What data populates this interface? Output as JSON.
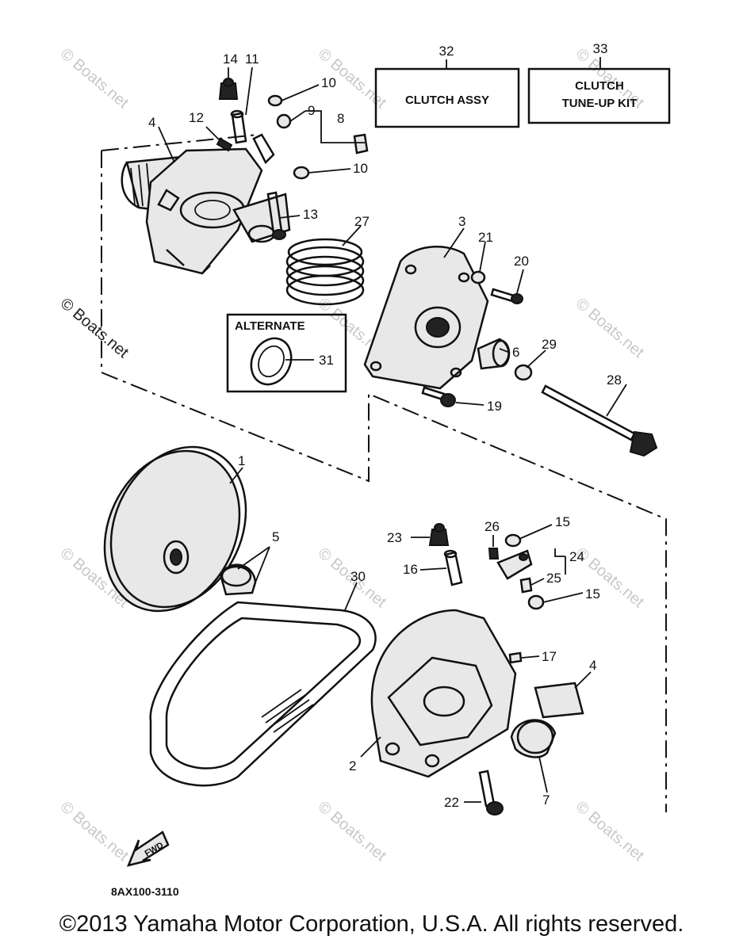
{
  "diagram": {
    "drawing_code": "8AX100-3110",
    "fwd_label": "FWD",
    "boxes": {
      "clutch_assy": {
        "number": "32",
        "label": "CLUTCH ASSY"
      },
      "tune_up_kit": {
        "number": "33",
        "line1": "CLUTCH",
        "line2": "TUNE-UP KIT"
      },
      "alternate": {
        "title": "ALTERNATE",
        "number": "31"
      }
    },
    "callouts": {
      "c1": "1",
      "c2": "2",
      "c3": "3",
      "c4": "4",
      "c4b": "4",
      "c5": "5",
      "c6": "6",
      "c7": "7",
      "c8": "8",
      "c9": "9",
      "c10a": "10",
      "c10b": "10",
      "c11": "11",
      "c12": "12",
      "c13": "13",
      "c14": "14",
      "c15a": "15",
      "c15b": "15",
      "c16": "16",
      "c17": "17",
      "c19": "19",
      "c20": "20",
      "c21": "21",
      "c22": "22",
      "c23": "23",
      "c24": "24",
      "c25": "25",
      "c26": "26",
      "c27": "27",
      "c28": "28",
      "c29": "29",
      "c30": "30"
    },
    "watermark": "© Boats.net"
  },
  "copyright": "©2013 Yamaha Motor Corporation, U.S.A. All rights reserved."
}
